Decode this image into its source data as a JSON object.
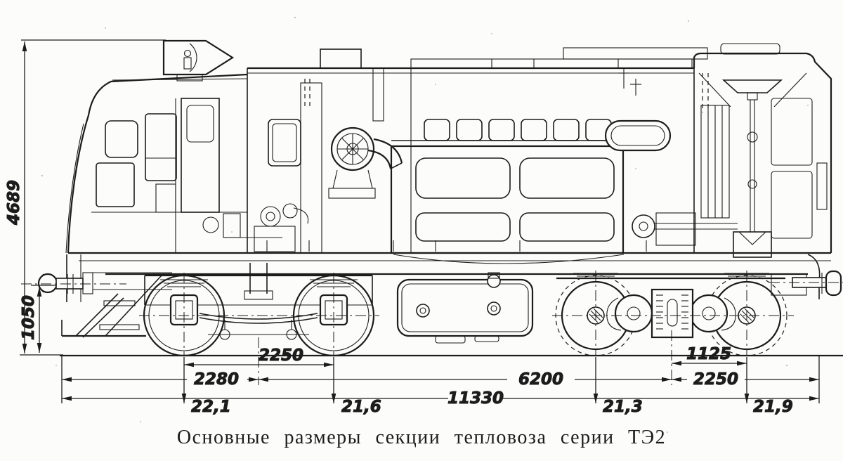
{
  "drawing": {
    "caption": "Основные размеры секции тепловоза серии ТЭ2",
    "dimensions": {
      "overall_height": "4689",
      "coupler_axis_height": "1050",
      "front_overhang_to_pivot": "2280",
      "front_bogie_wheelbase": "2250",
      "bogie_pivot_spacing": "6200",
      "pivot_to_rear_axle": "1125",
      "rear_bogie_wheelbase": "2250",
      "overall_length": "11330"
    },
    "axle_loads": {
      "axle1": "22,1",
      "axle2": "21,6",
      "axle3": "21,3",
      "axle4": "21,9"
    },
    "colors": {
      "ink": "#1c1c1c",
      "paper": "#fcfcfa"
    }
  }
}
